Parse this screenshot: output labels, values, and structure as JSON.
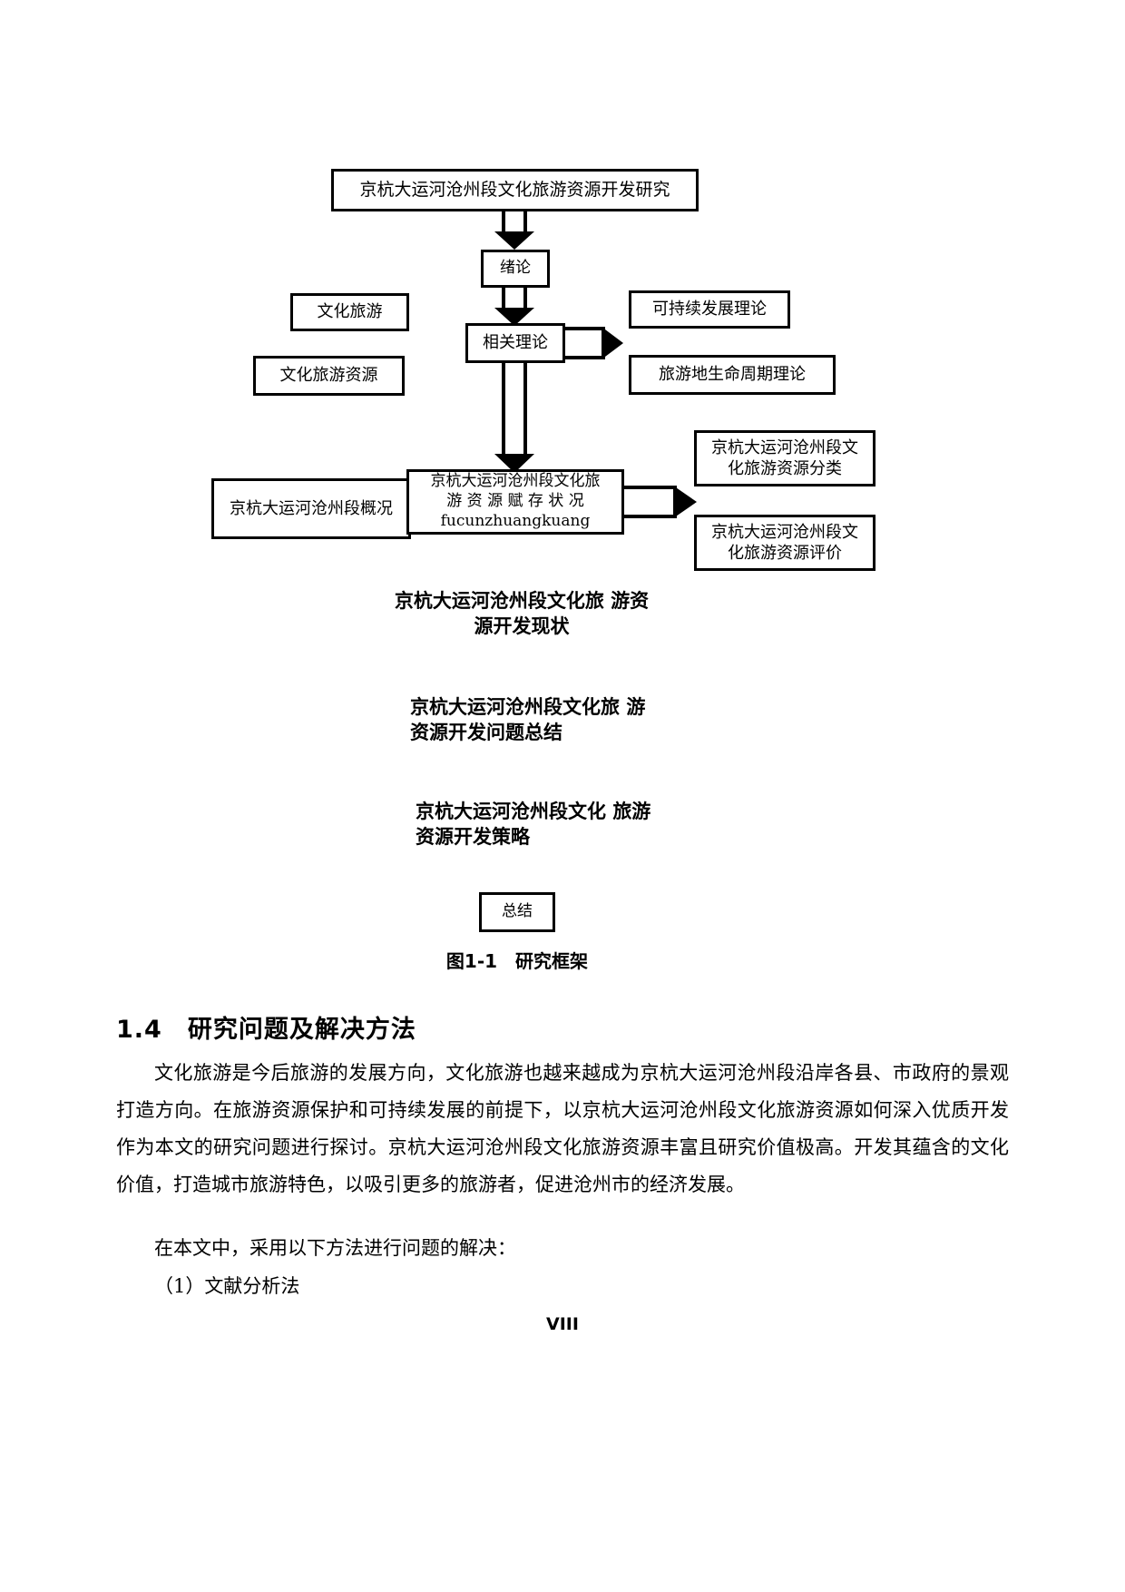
{
  "page": {
    "folio": "VIII",
    "background": "#ffffff",
    "ink": "#000000"
  },
  "figure": {
    "caption": "图1-1　研究框架",
    "nodes": {
      "title": "京杭大运河沧州段文化旅游资源开发研究",
      "intro": "绪论",
      "culture_tourism": "文化旅游",
      "culture_tourism_resource": "文化旅游资源",
      "related_theory": "相关理论",
      "sustainable_dev_theory": "可持续发展理论",
      "destination_lifecycle_theory": "旅游地生命周期理论",
      "canal_overview": "京杭大运河沧州段概况",
      "endowment_line1": "京杭大运河沧州段文化旅",
      "endowment_line2": "游 资 源 赋 存 状 况",
      "endowment_line3": "fucunzhuangkuang",
      "resource_classification_line1": "京杭大运河沧州段文",
      "resource_classification_line2": "化旅游资源分类",
      "resource_evaluation_line1": "京杭大运河沧州段文",
      "resource_evaluation_line2": "化旅游资源评价",
      "summary": "总结"
    },
    "free_labels": {
      "dev_status_line1": "京杭大运河沧州段文化旅",
      "dev_status_line2": "游资源开发现状",
      "problem_summary_line1": "京杭大运河沧州段文化旅",
      "problem_summary_line2": "游资源开发问题总结",
      "strategy_line1": "京杭大运河沧州段文化",
      "strategy_line2": "旅游资源开发策略"
    }
  },
  "section": {
    "number": "1.4",
    "title": "研究问题及解决方法",
    "paragraphs": [
      "文化旅游是今后旅游的发展方向，文化旅游也越来越成为京杭大运河沧州段沿岸各县、市政府的景观打造方向。在旅游资源保护和可持续发展的前提下，以京杭大运河沧州段文化旅游资源如何深入优质开发作为本文的研究问题进行探讨。京杭大运河沧州段文化旅游资源丰富且研究价值极高。开发其蕴含的文化价值，打造城市旅游特色，以吸引更多的旅游者，促进沧州市的经济发展。",
      "在本文中，采用以下方法进行问题的解决：",
      "（1）文献分析法"
    ]
  }
}
